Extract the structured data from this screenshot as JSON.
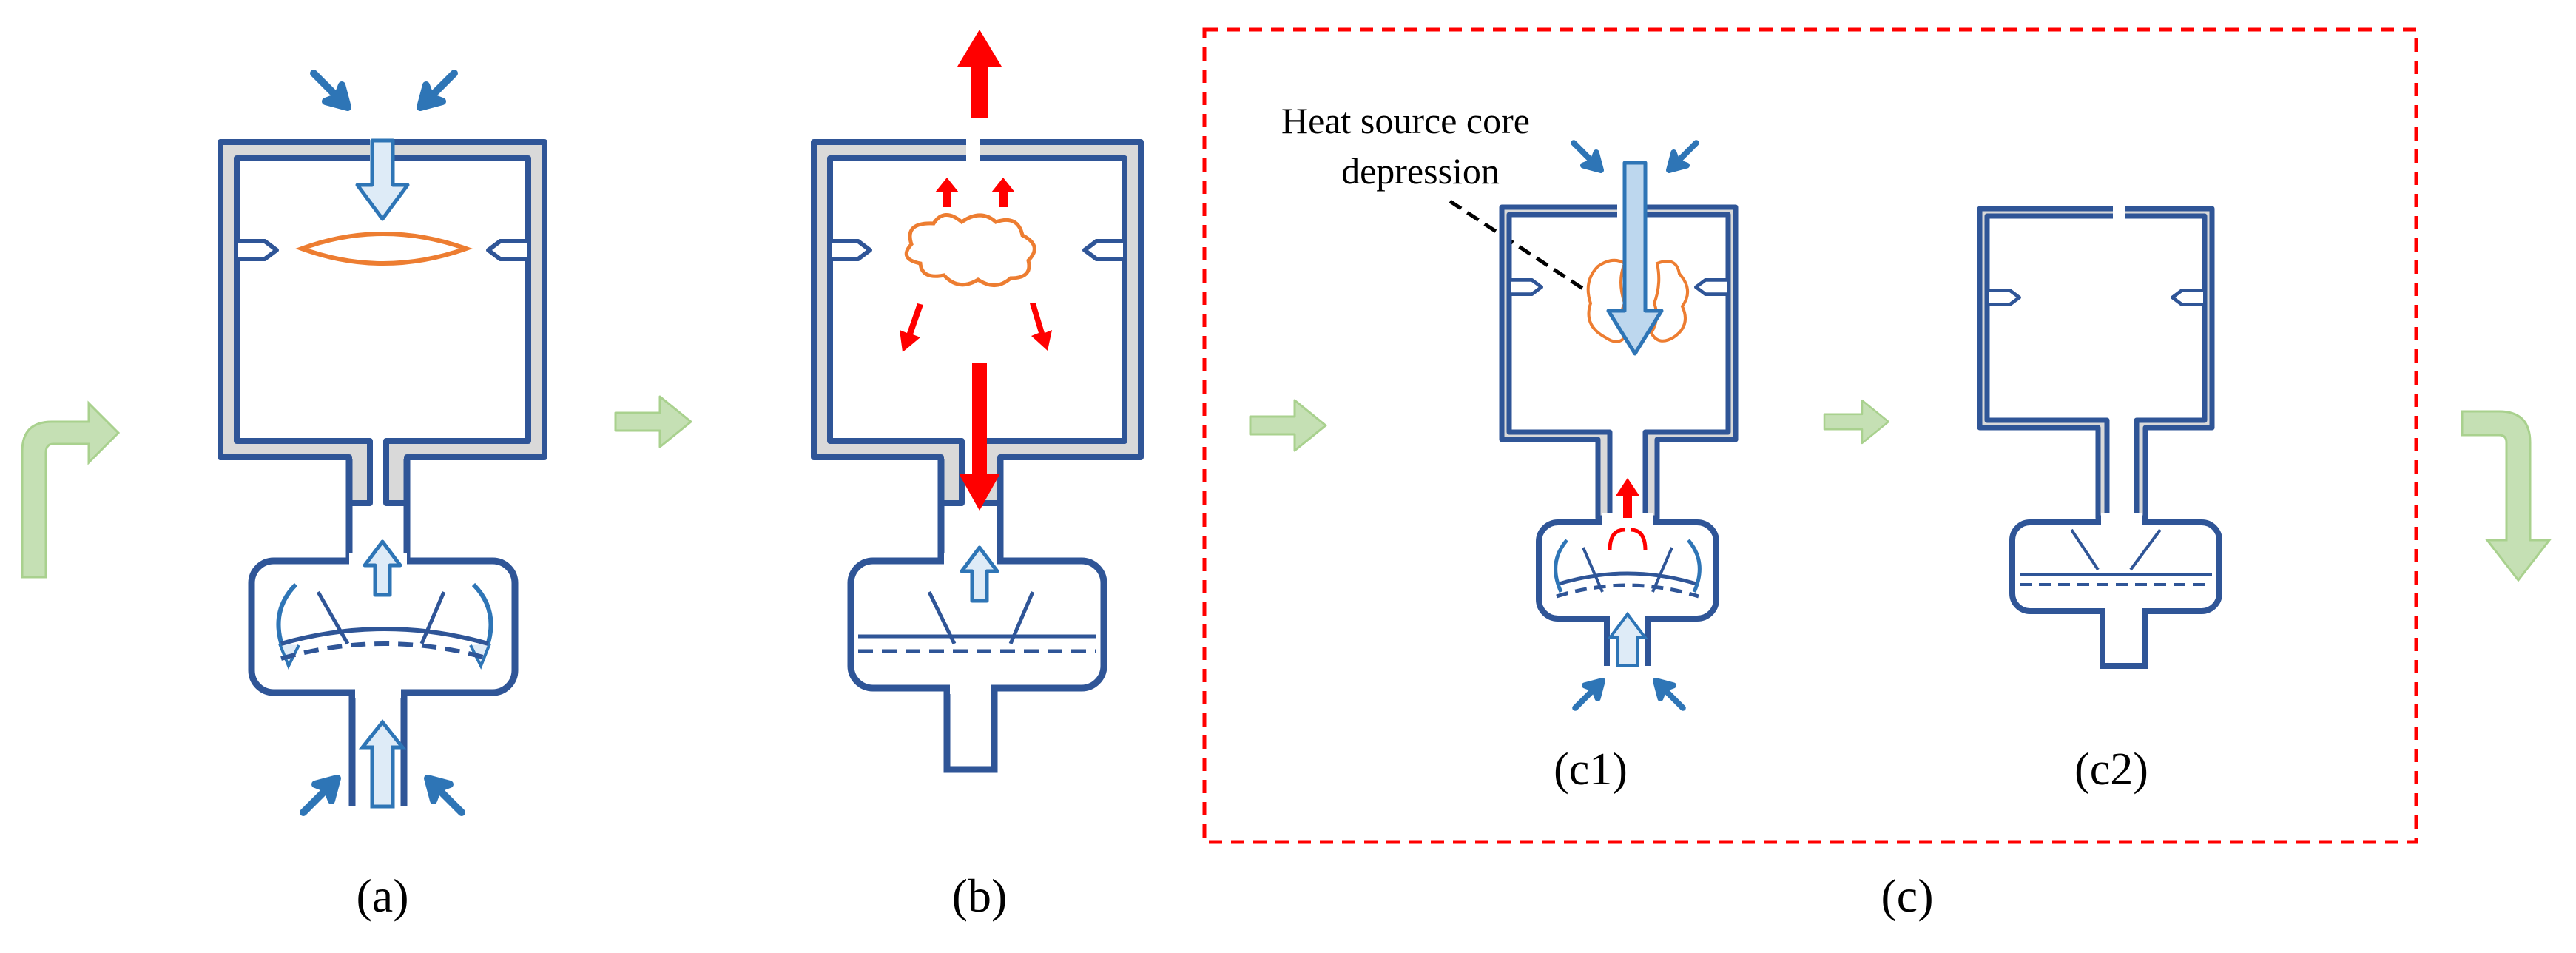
{
  "labels": {
    "a": "(a)",
    "b": "(b)",
    "c": "(c)",
    "c1": "(c1)",
    "c2": "(c2)"
  },
  "annotation": {
    "line1": "Heat source core",
    "line2": "depression"
  },
  "colors": {
    "outline": "#2F5597",
    "wall_fill": "#D9D9D9",
    "flow_arrow": "#2E75B6",
    "flow_arrow_light": "#BDD7EE",
    "heat": "#FF0000",
    "flame": "#ED7D31",
    "transition_arrow": "#C5E0B4",
    "panel_border": "#FF0000"
  },
  "icons": [
    "inflow-arrow",
    "outflow-arrow",
    "transition-arrow",
    "hot-gas-arrow",
    "flame-kernel"
  ]
}
